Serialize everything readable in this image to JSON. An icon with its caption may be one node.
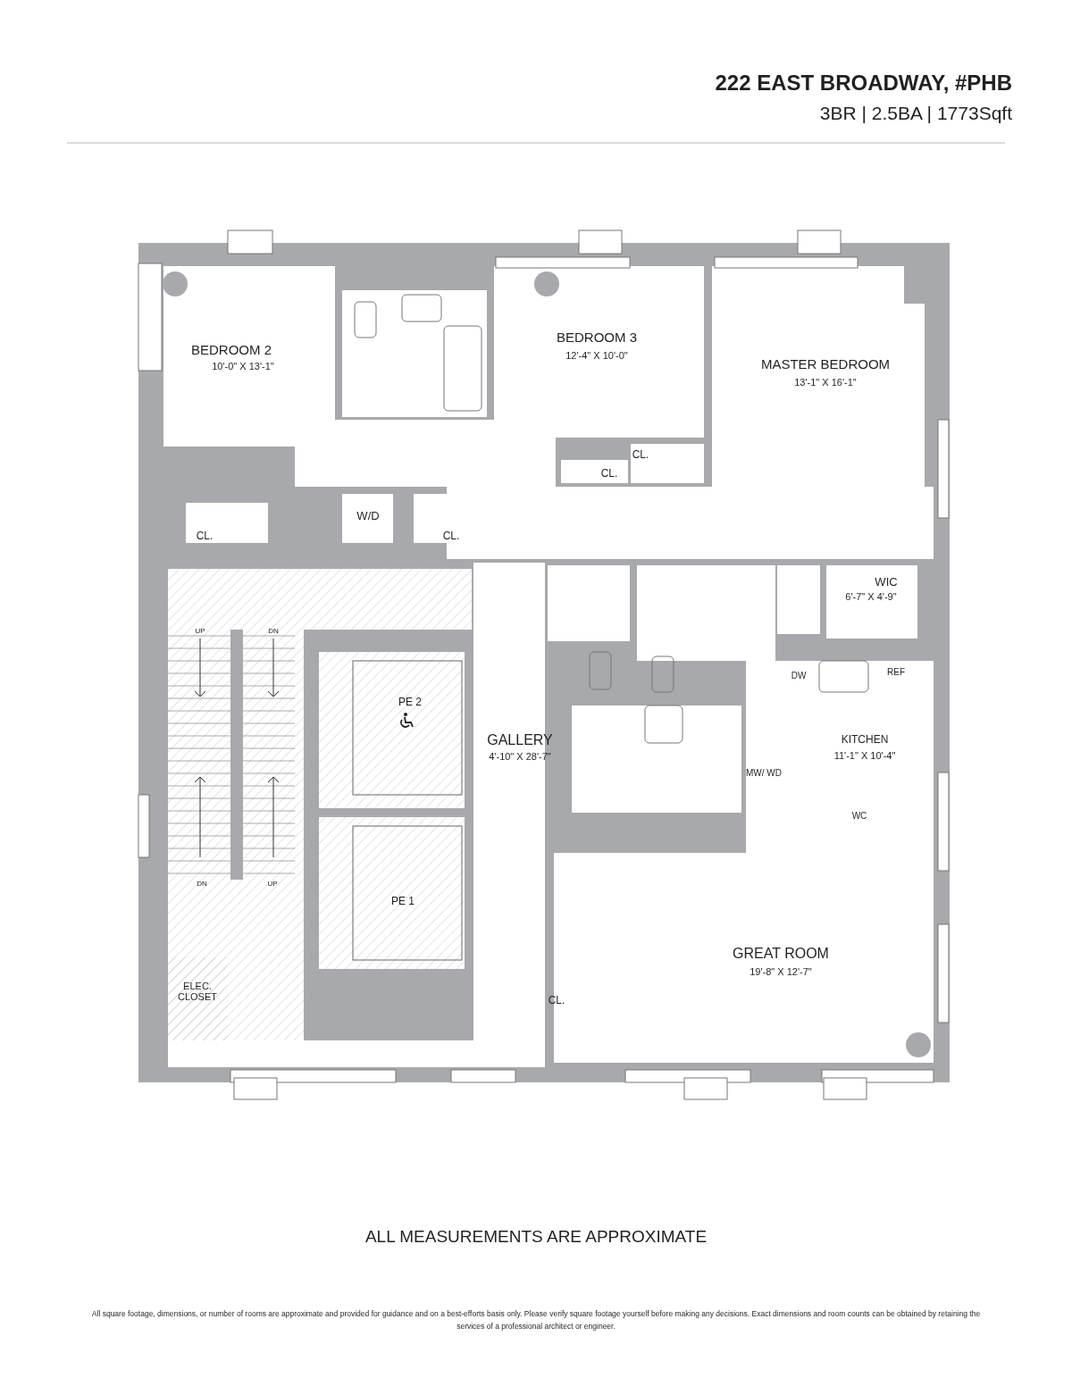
{
  "diagram": {
    "title": "222 EAST BROADWAY, #PHB",
    "labels": [
      "3BR | 2.5BA | 1773Sqft",
      "BEDROOM 2",
      "10'-0\" X 13'-1\"",
      "BEDROOM 3",
      "12'-4\" X 10'-0\"",
      "MASTER BEDROOM",
      "13'-1\" X 16'-1\"",
      "CL.",
      "CL.",
      "W/D",
      "CL.",
      "CL.",
      "WIC",
      "6'-7\" X 4'-9\"",
      "UP",
      "DN",
      "DW",
      "REF",
      "PE 2",
      "GALLERY",
      "4'-10\" X 28'-7\"",
      "KITCHEN",
      "11'-1\" X 10'-4\"",
      "MW/ WD",
      "WC",
      "DN",
      "UP",
      "PE 1",
      "GREAT ROOM",
      "19'-8\" X 12'-7\"",
      "CL.",
      "ELEC. CLOSET",
      "ALL MEASUREMENTS ARE APPROXIMATE",
      "All square footage, dimensions, or number of rooms are approximate and provided for guidance and on a best-efforts basis only. Please verify square footage yourself before making any decisions. Exact dimensions and room counts can be obtained by retaining the services of a professional architect or engineer."
    ]
  }
}
